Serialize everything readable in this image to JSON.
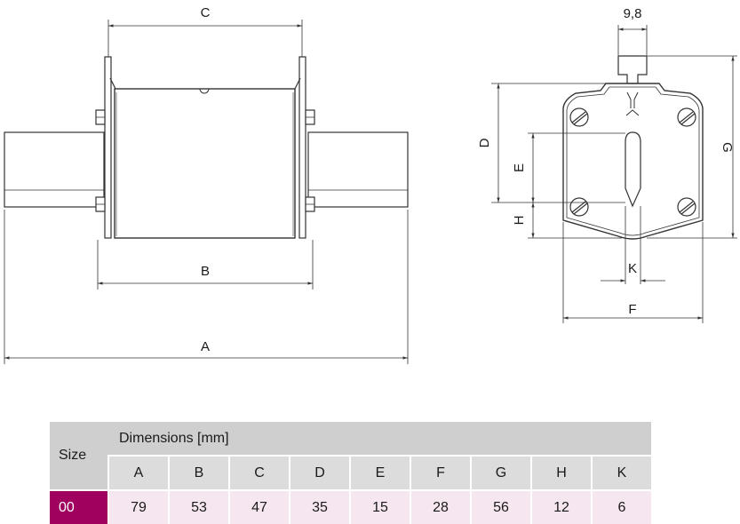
{
  "drawing": {
    "labels": {
      "A": "A",
      "B": "B",
      "C": "C",
      "D": "D",
      "E": "E",
      "F": "F",
      "G": "G",
      "H": "H",
      "K": "K",
      "tab_width": "9,8"
    }
  },
  "table": {
    "size_header": "Size",
    "dims_header": "Dimensions [mm]",
    "columns": [
      "A",
      "B",
      "C",
      "D",
      "E",
      "F",
      "G",
      "H",
      "K"
    ],
    "rows": [
      {
        "size": "00",
        "values": [
          "79",
          "53",
          "47",
          "35",
          "15",
          "28",
          "56",
          "12",
          "6"
        ]
      }
    ]
  },
  "colors": {
    "accent": "#a0005e",
    "row_tint": "#f6e6ef",
    "header_gray": "#cfcfd0",
    "subheader_gray": "#dcdcdd"
  }
}
